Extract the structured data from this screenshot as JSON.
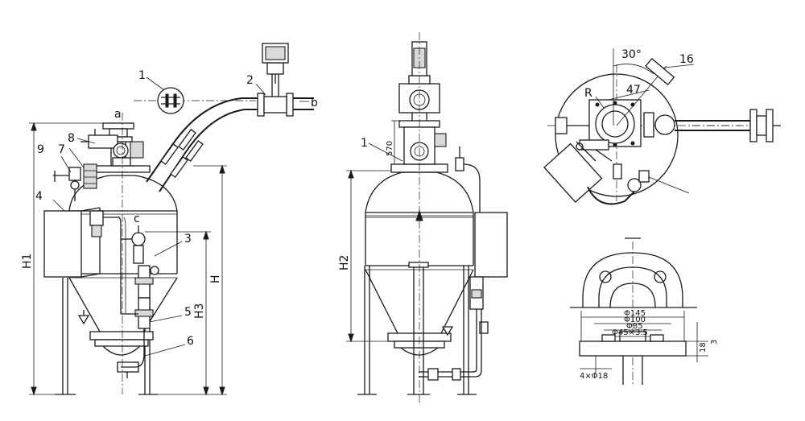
{
  "front_view": {
    "part_labels": [
      "1",
      "2",
      "3",
      "4",
      "5",
      "6",
      "7",
      "8",
      "9"
    ],
    "port_labels": [
      "a",
      "b",
      "c"
    ],
    "dimensions": [
      "H1",
      "H",
      "H3"
    ]
  },
  "side_view": {
    "part_labels": [
      "1"
    ],
    "dimensions": [
      "570",
      "H2"
    ]
  },
  "top_view": {
    "labels": [
      "30°",
      "16",
      "47",
      "R"
    ]
  },
  "flange_detail": {
    "dimensions": [
      "Φ145",
      "Φ100",
      "Φ85",
      "Φ45×3.5",
      "4×Φ18",
      "18",
      "3"
    ]
  }
}
